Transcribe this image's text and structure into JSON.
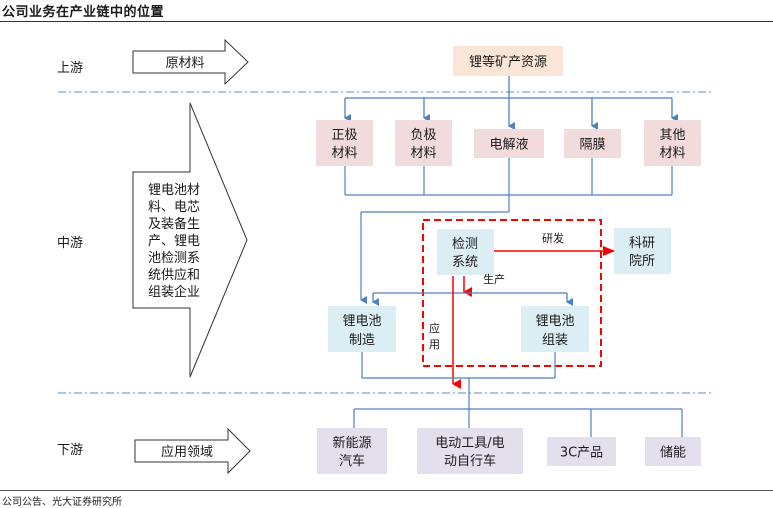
{
  "title": "公司业务在产业链中的位置",
  "footer": "公司公告、光大证券研究所",
  "colors": {
    "upstream_box": "#fbe5d6",
    "material_box": "#f2dcdb",
    "midstream_box": "#dbeef4",
    "downstream_box": "#e4dfec",
    "connector": "#4f81bd",
    "highlight": "#ff0000",
    "divider": "#8db3e2"
  },
  "stages": {
    "upstream": {
      "label": "上游",
      "arrow_text": "原材料"
    },
    "midstream": {
      "label": "中游",
      "arrow_lines": [
        "锂电池材",
        "料、电芯",
        "及装备生",
        "产、锂电",
        "池检测系",
        "统供应和",
        "组装企业"
      ]
    },
    "downstream": {
      "label": "下游",
      "arrow_text": "应用领域"
    }
  },
  "upstream_nodes": {
    "resource": "锂等矿产资源"
  },
  "materials": [
    {
      "lines": [
        "正极",
        "材料"
      ]
    },
    {
      "lines": [
        "负极",
        "材料"
      ]
    },
    {
      "lines": [
        "电解液"
      ]
    },
    {
      "lines": [
        "隔膜"
      ]
    },
    {
      "lines": [
        "其他",
        "材料"
      ]
    }
  ],
  "midstream_nodes": {
    "testing": [
      "检测",
      "系统"
    ],
    "research": [
      "科研",
      "院所"
    ],
    "manufacture": [
      "锂电池",
      "制造"
    ],
    "assembly": [
      "锂电池",
      "组装"
    ]
  },
  "flow_labels": {
    "rnd": "研发",
    "production": "生产",
    "application": [
      "应",
      "用"
    ]
  },
  "downstream_nodes": [
    {
      "lines": [
        "新能源",
        "汽车"
      ]
    },
    {
      "lines": [
        "电动工具/电",
        "动自行车"
      ]
    },
    {
      "lines": [
        "3C产品"
      ]
    },
    {
      "lines": [
        "储能"
      ]
    }
  ]
}
